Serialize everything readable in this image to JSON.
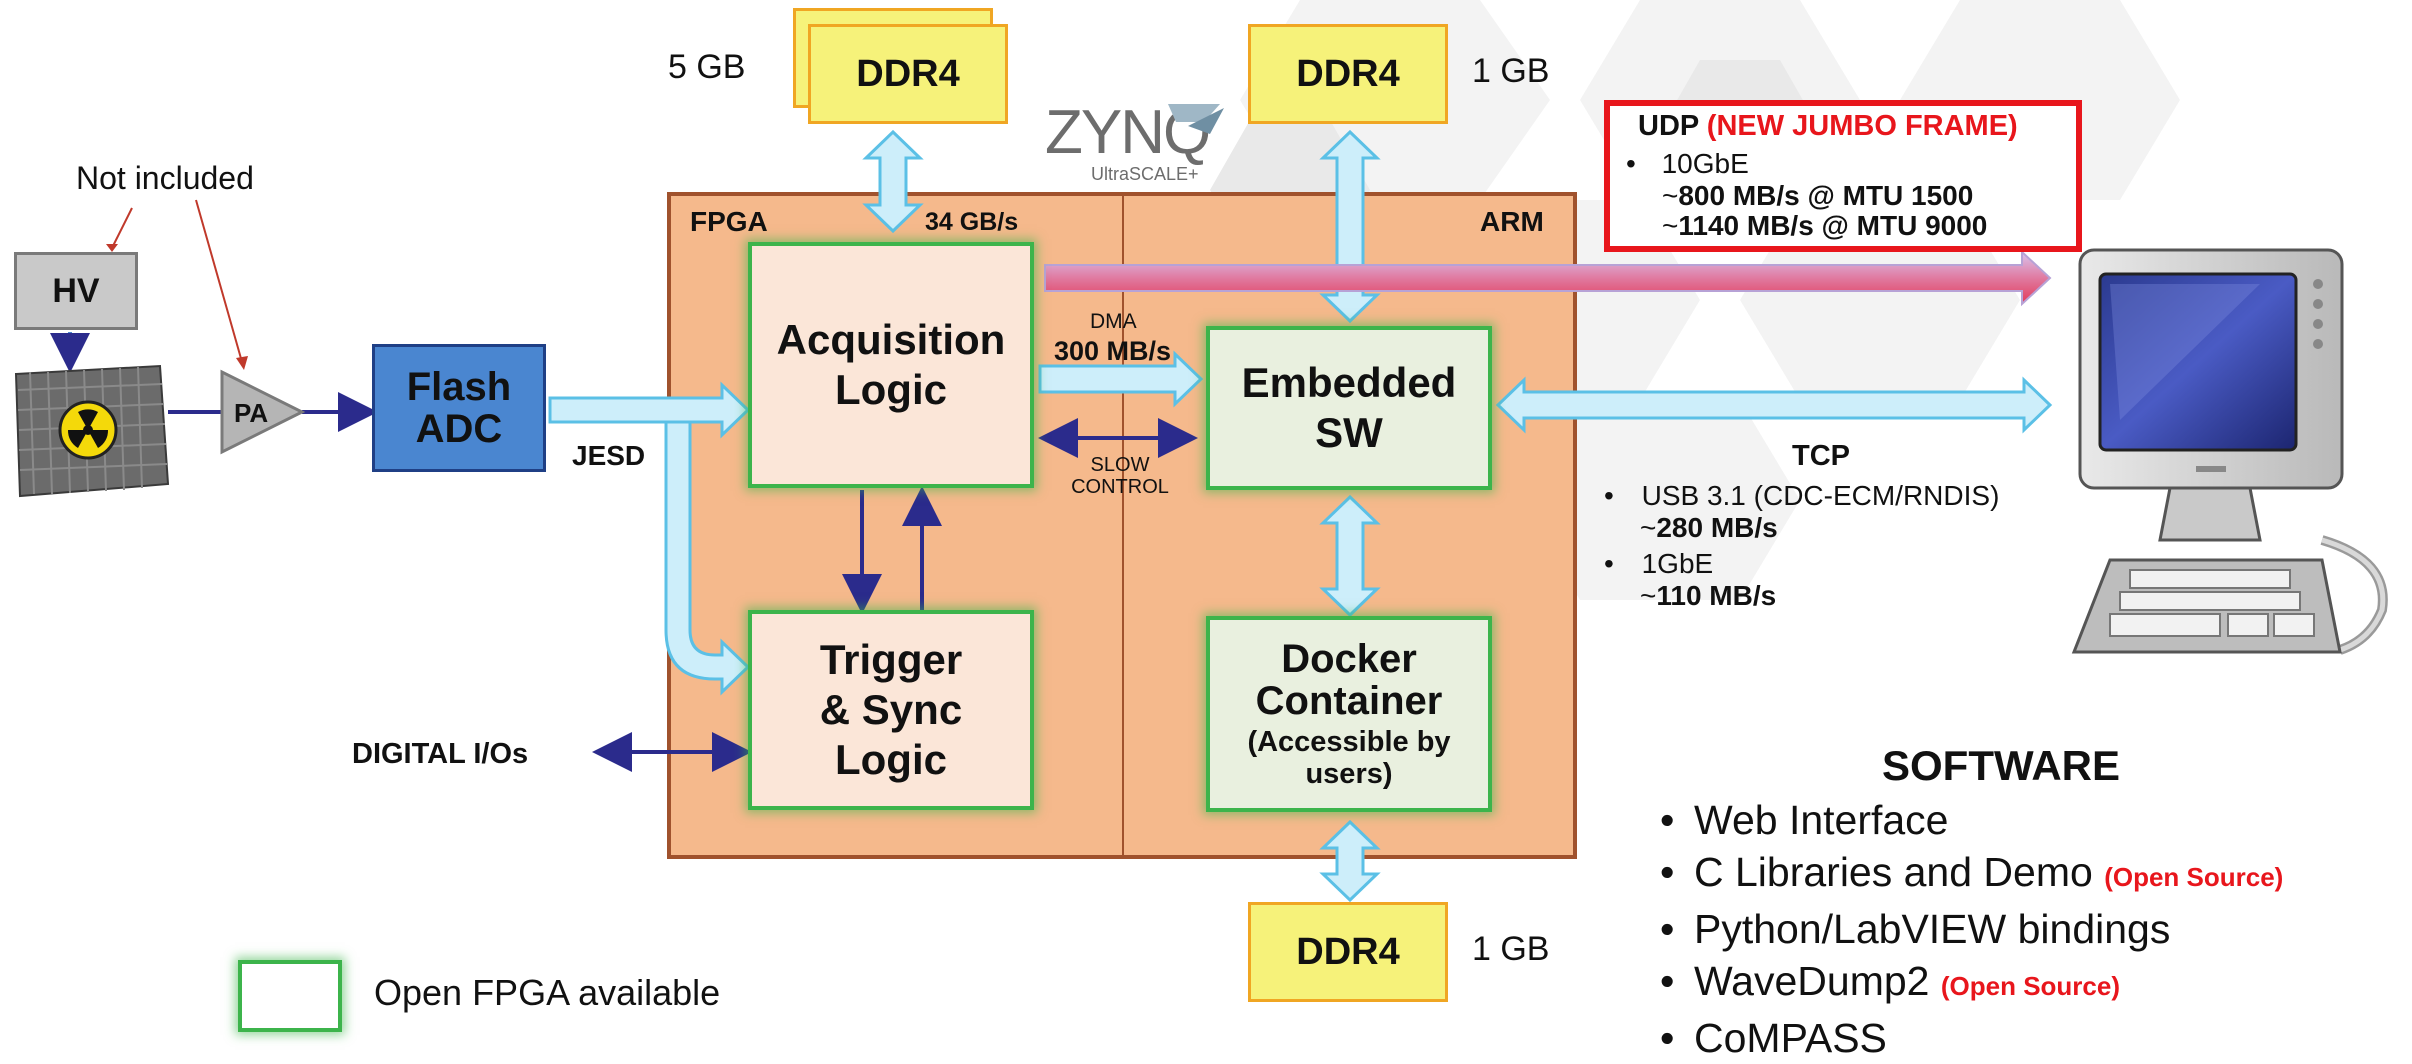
{
  "top": {
    "ddr4_left_label": "DDR4",
    "ddr4_left_size": "5 GB",
    "ddr4_right_label": "DDR4",
    "ddr4_right_size": "1 GB",
    "ddr4_bottom_label": "DDR4",
    "ddr4_bottom_size": "1 GB",
    "zynq_logo": "ZYNQ",
    "zynq_sub": "UltraSCALE+"
  },
  "left": {
    "not_included": "Not included",
    "hv": "HV",
    "pa": "PA",
    "flash_adc": [
      "Flash",
      "ADC"
    ],
    "jesd": "JESD",
    "digital_ios": "DIGITAL I/Os"
  },
  "chip": {
    "fpga_label": "FPGA",
    "arm_label": "ARM",
    "bandwidth": "34 GB/s",
    "acq_logic": [
      "Acquisition",
      "Logic"
    ],
    "trigger_logic": [
      "Trigger",
      "& Sync",
      "Logic"
    ],
    "embedded_sw": [
      "Embedded",
      "SW"
    ],
    "docker": [
      "Docker",
      "Container"
    ],
    "docker_sub": [
      "(Accessible by",
      "users)"
    ],
    "dma_label": "DMA",
    "dma_rate": "300 MB/s",
    "slow_control": [
      "SLOW",
      "CONTROL"
    ]
  },
  "udp": {
    "title_prefix": "UDP",
    "title_highlight": "(NEW JUMBO FRAME)",
    "bullet": "10GbE",
    "line1_prefix": "~",
    "line1_bold": "800 MB/s @ MTU 1500",
    "line2_prefix": "~",
    "line2_bold": "1140 MB/s @ MTU 9000"
  },
  "tcp": {
    "title": "TCP",
    "usb_bullet": "USB 3.1 (CDC-ECM/RNDIS)",
    "usb_rate_prefix": "~",
    "usb_rate": "280 MB/s",
    "gbe_bullet": "1GbE",
    "gbe_rate_prefix": "~",
    "gbe_rate": "110 MB/s"
  },
  "software": {
    "title": "SOFTWARE",
    "items": [
      {
        "text": "Web Interface",
        "tag": ""
      },
      {
        "text": "C Libraries and Demo",
        "tag": "(Open Source)"
      },
      {
        "text": "Python/LabVIEW bindings",
        "tag": ""
      },
      {
        "text": "WaveDump2",
        "tag": "(Open Source)"
      },
      {
        "text": "CoMPASS",
        "tag": ""
      }
    ],
    "bullet_char": "•"
  },
  "legend": {
    "label": "Open FPGA available"
  },
  "colors": {
    "chip_fill": "#f5b98c",
    "chip_border": "#a0522d",
    "arrow_light": "#cdeefa",
    "arrow_stroke": "#5bc0e6",
    "dark_arrow": "#2b2b8c",
    "adc_fill": "#4a86d0",
    "udp_border": "#e8161c",
    "open_fpga_green": "#3cb44b"
  }
}
